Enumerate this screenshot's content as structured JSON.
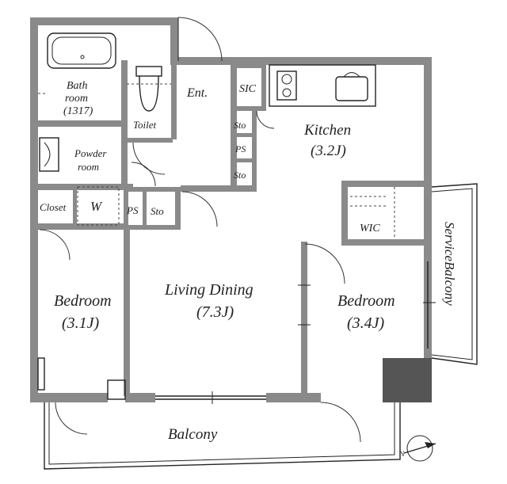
{
  "rooms": {
    "bathroom": {
      "name_line1": "Bath",
      "name_line2": "room",
      "size": "(1317)"
    },
    "toilet": {
      "name": "Toilet"
    },
    "entrance": {
      "name": "Ent."
    },
    "sic": {
      "name": "SIC"
    },
    "kitchen": {
      "name": "Kitchen",
      "size": "(3.2J)"
    },
    "sto_top": {
      "name": "Sto"
    },
    "ps_top": {
      "name": "PS"
    },
    "sto_mid": {
      "name": "Sto"
    },
    "powder_room": {
      "name_line1": "Powder",
      "name_line2": "room"
    },
    "closet": {
      "name": "Closet"
    },
    "washer": {
      "name": "W"
    },
    "ps_low": {
      "name": "PS"
    },
    "sto_low": {
      "name": "Sto"
    },
    "wic": {
      "name": "WIC"
    },
    "service_balcony": {
      "name": "ServiceBalcony"
    },
    "bedroom_left": {
      "name": "Bedroom",
      "size": "(3.1J)"
    },
    "living_dining": {
      "name": "Living Dining",
      "size": "(7.3J)"
    },
    "bedroom_right": {
      "name": "Bedroom",
      "size": "(3.4J)"
    },
    "balcony": {
      "name": "Balcony"
    }
  },
  "compass": {
    "label": "N"
  }
}
